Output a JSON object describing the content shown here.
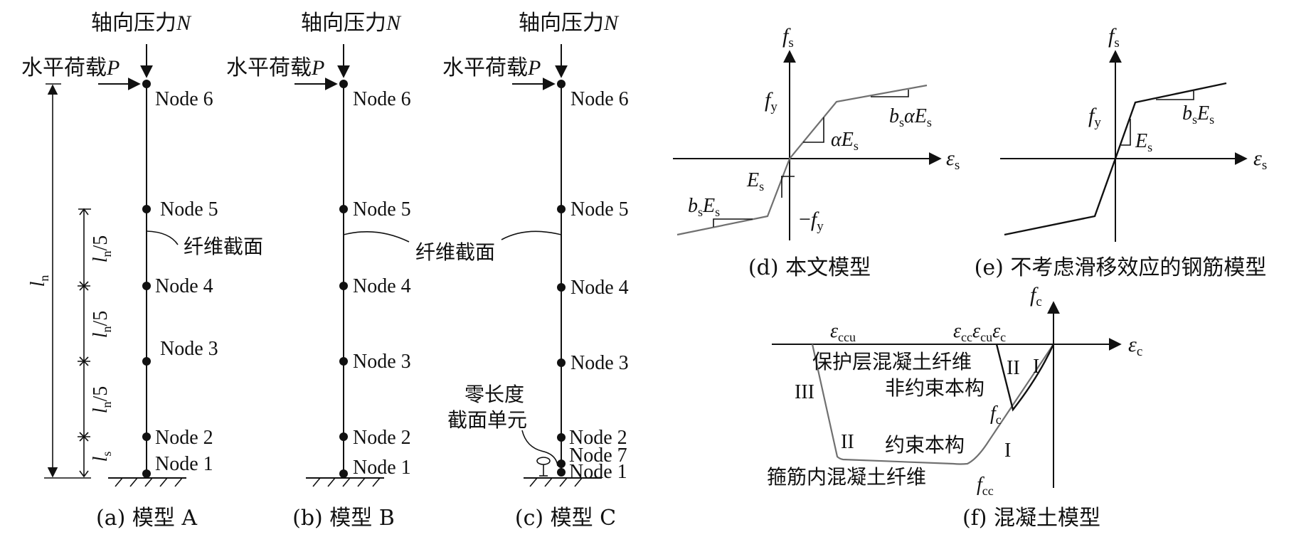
{
  "figure": {
    "panels": {
      "a": {
        "caption": "(a) 模型 A",
        "axial_load_label": "轴向压力",
        "axial_load_symbol": "N",
        "lateral_load_label": "水平荷载",
        "lateral_load_symbol": "P",
        "fiber_section_label": "纤维截面",
        "nodes": [
          "Node 6",
          "Node 5",
          "Node 4",
          "Node 3",
          "Node 2",
          "Node 1"
        ],
        "dimensions": {
          "total": {
            "base": "l",
            "sub": "n"
          },
          "segment": {
            "base": "l",
            "sub": "n",
            "suffix": "/5"
          },
          "bottom": {
            "base": "l",
            "sub": "s"
          }
        }
      },
      "b": {
        "caption": "(b) 模型 B",
        "axial_load_label": "轴向压力",
        "axial_load_symbol": "N",
        "lateral_load_label": "水平荷载",
        "lateral_load_symbol": "P",
        "fiber_section_label": "纤维截面",
        "nodes": [
          "Node 6",
          "Node 5",
          "Node 4",
          "Node 3",
          "Node 2",
          "Node 1"
        ]
      },
      "c": {
        "caption": "(c) 模型 C",
        "axial_load_label": "轴向压力",
        "axial_load_symbol": "N",
        "lateral_load_label": "水平荷载",
        "lateral_load_symbol": "P",
        "zero_length_label_line1": "零长度",
        "zero_length_label_line2": "截面单元",
        "nodes": [
          "Node 6",
          "Node 5",
          "Node 4",
          "Node 3",
          "Node 2",
          "Node 7",
          "Node 1"
        ]
      },
      "d": {
        "caption": "(d) 本文模型",
        "y_axis": {
          "base": "f",
          "sub": "s"
        },
        "x_axis": {
          "base": "ε",
          "sub": "s"
        },
        "fy": {
          "base": "f",
          "sub": "y"
        },
        "neg_fy": {
          "prefix": "−",
          "base": "f",
          "sub": "y"
        },
        "slope_alphaEs": {
          "pre": "α",
          "base": "E",
          "sub": "s"
        },
        "slope_bsalphaEs": {
          "b": "b",
          "bsub": "s",
          "mid": "α",
          "base": "E",
          "sub": "s"
        },
        "slope_Es": {
          "base": "E",
          "sub": "s"
        },
        "slope_bsEs": {
          "b": "b",
          "bsub": "s",
          "base": "E",
          "sub": "s"
        },
        "curve_color": "#707070"
      },
      "e": {
        "caption": "(e) 不考虑滑移效应的钢筋模型",
        "y_axis": {
          "base": "f",
          "sub": "s"
        },
        "x_axis": {
          "base": "ε",
          "sub": "s"
        },
        "fy": {
          "base": "f",
          "sub": "y"
        },
        "slope_Es": {
          "base": "E",
          "sub": "s"
        },
        "slope_bsEs": {
          "b": "b",
          "bsub": "s",
          "base": "E",
          "sub": "s"
        },
        "curve_color": "#111111"
      },
      "f": {
        "caption": "(f) 混凝土模型",
        "y_axis": {
          "base": "f",
          "sub": "c"
        },
        "x_axis": {
          "base": "ε",
          "sub": "c"
        },
        "eps_ccu": {
          "base": "ε",
          "sub": "ccu"
        },
        "eps_cc": {
          "base": "ε",
          "sub": "cc"
        },
        "eps_cu": {
          "base": "ε",
          "sub": "cu"
        },
        "eps_c": {
          "base": "ε",
          "sub": "c"
        },
        "fc": {
          "base": "f",
          "sub": "c"
        },
        "fcc": {
          "base": "f",
          "sub": "cc"
        },
        "cover_label": "保护层混凝土纤维",
        "unconfined_label": "非约束本构",
        "confined_label": "约束本构",
        "core_label": "箍筋内混凝土纤维",
        "stage_I": "I",
        "stage_II": "II",
        "stage_III": "III",
        "confined_color": "#707070",
        "unconfined_color": "#111111"
      }
    }
  }
}
